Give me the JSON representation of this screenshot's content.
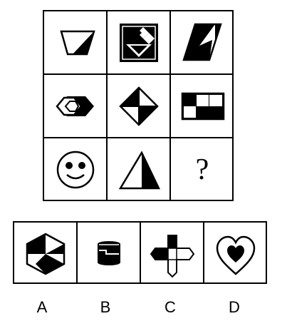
{
  "puzzle": {
    "question_mark": "?",
    "cells": [
      {
        "id": "r1c1",
        "figure": "trapezoid-half-shaded-icon"
      },
      {
        "id": "r1c2",
        "figure": "square-diamond-pattern-icon"
      },
      {
        "id": "r1c3",
        "figure": "parallelogram-zigzag-icon"
      },
      {
        "id": "r2c1",
        "figure": "nested-hexagons-icon"
      },
      {
        "id": "r2c2",
        "figure": "diamond-quadrants-icon"
      },
      {
        "id": "r2c3",
        "figure": "checker-rectangle-icon"
      },
      {
        "id": "r3c1",
        "figure": "smiley-face-icon"
      },
      {
        "id": "r3c2",
        "figure": "triangle-half-shaded-icon"
      },
      {
        "id": "r3c3",
        "figure": "question-mark"
      }
    ]
  },
  "options": {
    "labels": [
      "A",
      "B",
      "C",
      "D"
    ],
    "figures": [
      "hexagon-cube-icon",
      "cylinder-icon",
      "cross-shape-icon",
      "heart-icon"
    ]
  },
  "colors": {
    "ink": "#000000",
    "paper": "#ffffff"
  }
}
